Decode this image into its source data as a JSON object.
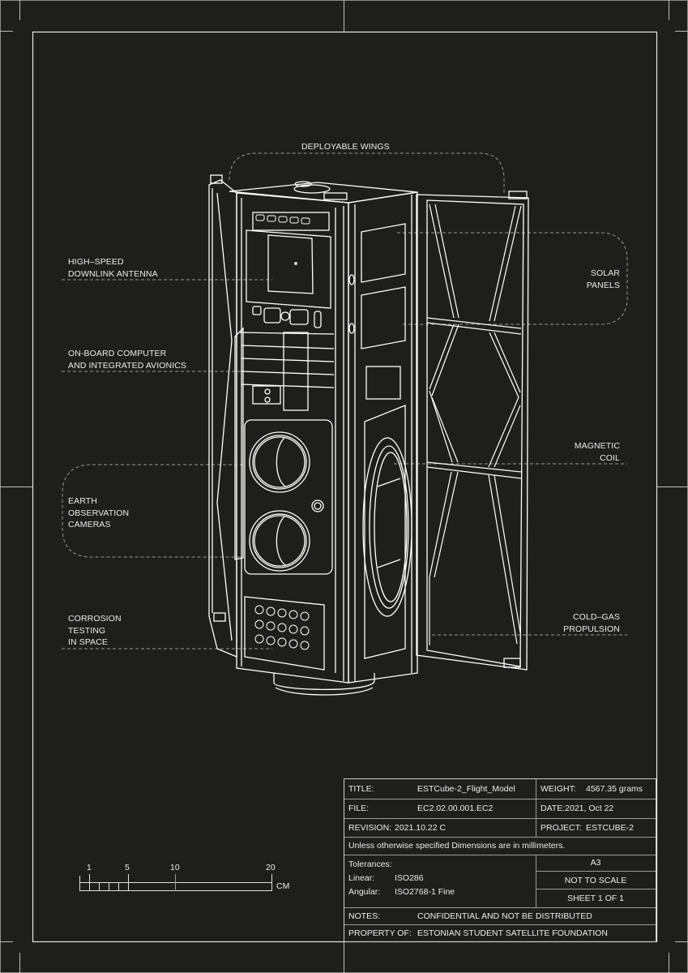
{
  "drawing": {
    "subject": "ESTCube-2 satellite exploded isometric line drawing",
    "colors": {
      "background": "#1e1e1d",
      "line": "#ffffff",
      "dashed_leader": "#9a9a9a",
      "frame": "#cfcfcf"
    }
  },
  "callouts": {
    "deployable_wings": "DEPLOYABLE WINGS",
    "antenna": [
      "HIGH–SPEED",
      "DOWNLINK ANTENNA"
    ],
    "obc": [
      "ON-BOARD COMPUTER",
      "AND INTEGRATED AVIONICS"
    ],
    "cameras": [
      "EARTH",
      "OBSERVATION",
      "CAMERAS"
    ],
    "corrosion": [
      "CORROSION",
      "TESTING",
      "IN SPACE"
    ],
    "solar": [
      "SOLAR",
      "PANELS"
    ],
    "magnetic": [
      "MAGNETIC",
      "COIL"
    ],
    "propulsion": [
      "COLD–GAS",
      "PROPULSION"
    ]
  },
  "scale_bar": {
    "ticks": [
      "1",
      "5",
      "10",
      "20"
    ],
    "unit": "CM"
  },
  "title_block": {
    "title_label": "TITLE:",
    "title_value": "ESTCube-2_Flight_Model",
    "weight_label": "WEIGHT:",
    "weight_value": "4567.35 grams",
    "file_label": "FILE:",
    "file_value": "EC2.02.00.001.EC2",
    "date_text": "DATE:2021, Oct 22",
    "revision_label": "REVISION:",
    "revision_value": "2021.10.22 C",
    "project_label": "PROJECT:",
    "project_value": "ESTCUBE-2",
    "dimensions_note": "Unless otherwise specified Dimensions are in millimeters.",
    "tolerances_label": "Tolerances:",
    "linear_label": "Linear:",
    "linear_value": "ISO286",
    "angular_label": "Angular:",
    "angular_value": "ISO2768-1 Fine",
    "paper_size": "A3",
    "scale_note": "NOT TO SCALE",
    "sheet": "SHEET 1 OF 1",
    "notes_label": "NOTES:",
    "notes_value": "CONFIDENTIAL AND NOT BE DISTRIBUTED",
    "property_label": "PROPERTY OF:",
    "property_value": "ESTONIAN STUDENT SATELLITE FOUNDATION"
  }
}
